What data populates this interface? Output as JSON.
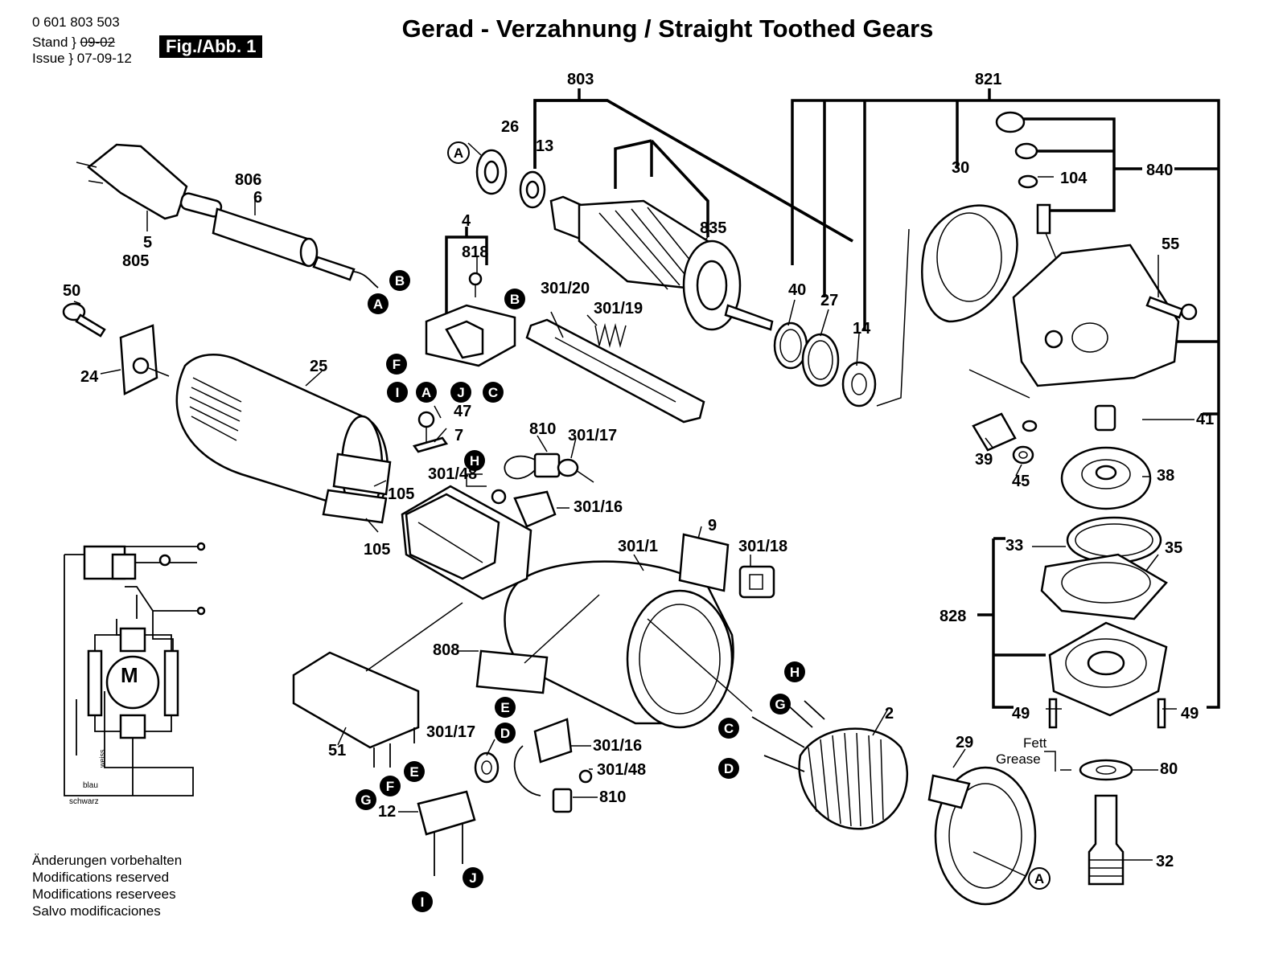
{
  "header": {
    "part_number": "0 601 803 503",
    "stand_label": "Stand",
    "stand_value": "09-02",
    "issue_label": "Issue",
    "issue_value": "07-09-12",
    "figure": "Fig./Abb. 1",
    "title": "Gerad - Verzahnung / Straight Toothed Gears"
  },
  "footer": {
    "lines": [
      "Änderungen vorbehalten",
      "Modifications reserved",
      "Modifications reservees",
      "Salvo modificaciones"
    ]
  },
  "grease_note": {
    "de": "Fett",
    "en": "Grease"
  },
  "wiring": {
    "label_blue": "blau",
    "label_black": "schwarz",
    "label_white": "weiss",
    "motor": "M"
  },
  "parts": {
    "p803": "803",
    "p821": "821",
    "p840": "840",
    "p828": "828",
    "p835": "835",
    "p26": "26",
    "p13": "13",
    "p30": "30",
    "p104": "104",
    "p55": "55",
    "p40": "40",
    "p27": "27",
    "p14": "14",
    "p41": "41",
    "p39": "39",
    "p45": "45",
    "p38": "38",
    "p33": "33",
    "p35": "35",
    "p49a": "49",
    "p49b": "49",
    "p80": "80",
    "p32": "32",
    "p29": "29",
    "p2": "2",
    "p806": "806",
    "p6": "6",
    "p5": "5",
    "p805": "805",
    "p50": "50",
    "p24": "24",
    "p25": "25",
    "p4": "4",
    "p818": "818",
    "p301_20": "301/20",
    "p301_19": "301/19",
    "p47": "47",
    "p7": "7",
    "p810a": "810",
    "p301_17a": "301/17",
    "p301_48a": "301/48",
    "p301_16a": "301/16",
    "p105a": "105",
    "p105b": "105",
    "p301_1": "301/1",
    "p9": "9",
    "p301_18": "301/18",
    "p808": "808",
    "p51": "51",
    "p12": "12",
    "p301_17b": "301/17",
    "p301_16b": "301/16",
    "p301_48b": "301/48",
    "p810b": "810"
  },
  "callouts": {
    "A1": "A",
    "A2": "A",
    "A3": "A",
    "A4": "A",
    "B1": "B",
    "B2": "B",
    "C1": "C",
    "C2": "C",
    "D1": "D",
    "D2": "D",
    "E1": "E",
    "E2": "E",
    "F1": "F",
    "F2": "F",
    "G1": "G",
    "G2": "G",
    "H1": "H",
    "H2": "H",
    "I1": "I",
    "I2": "I",
    "J1": "J",
    "J2": "J"
  }
}
